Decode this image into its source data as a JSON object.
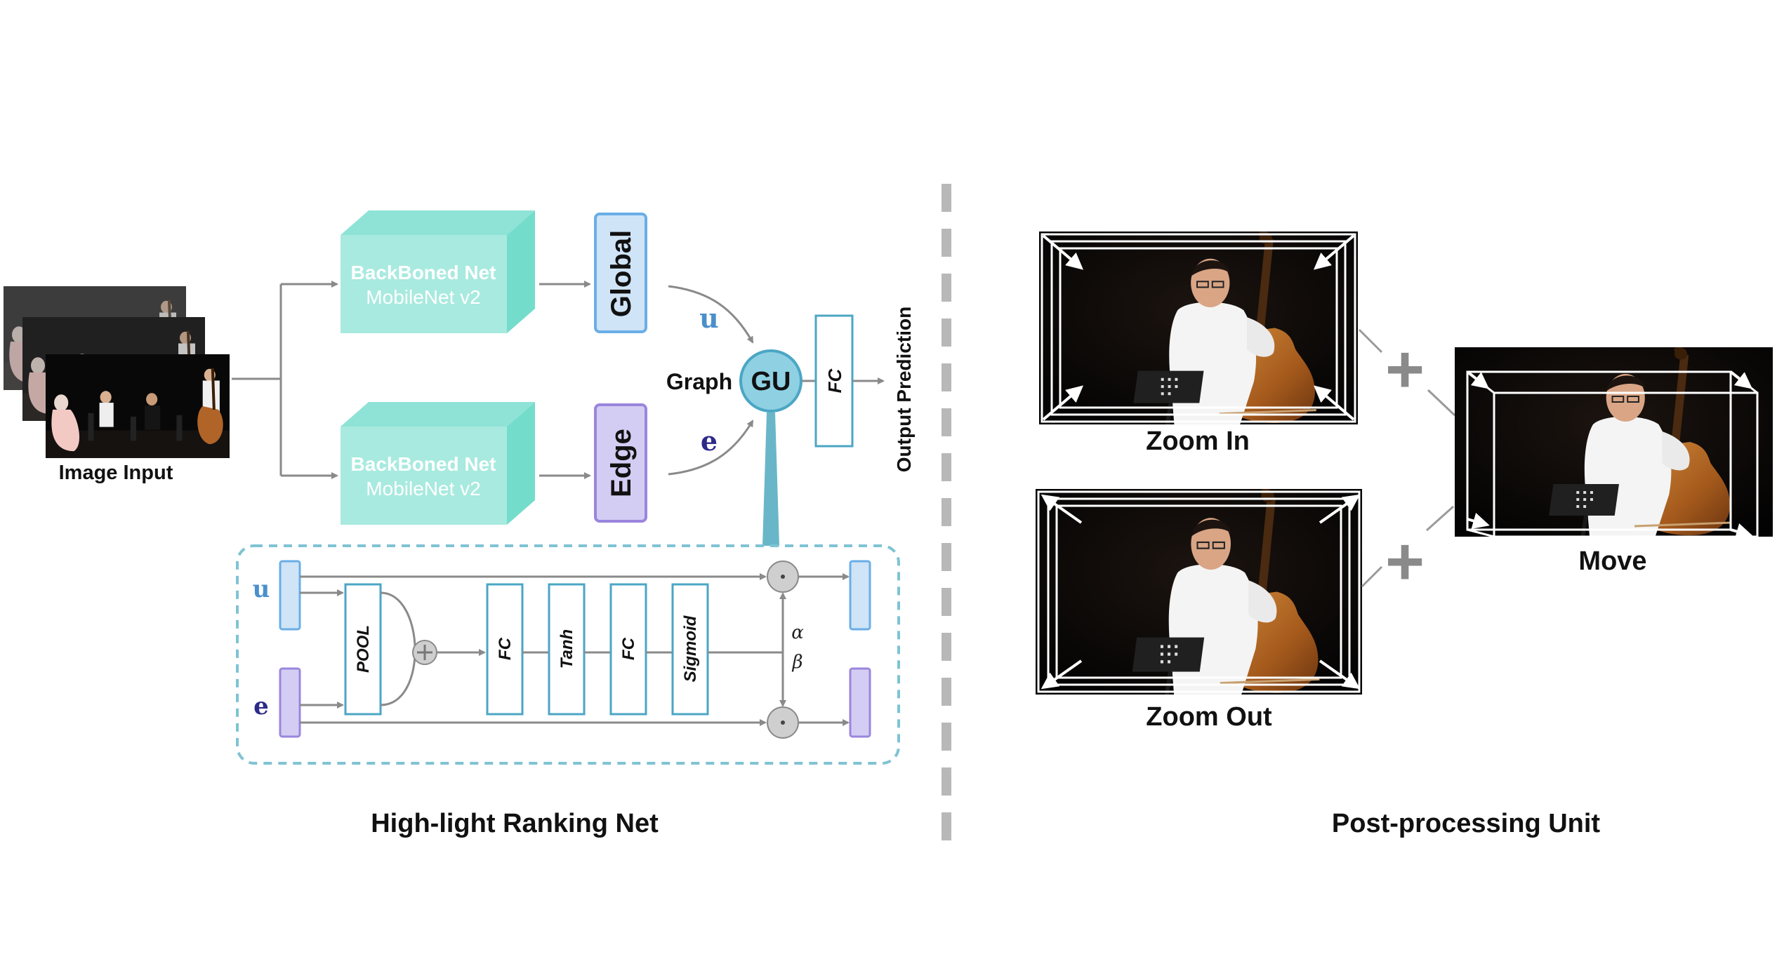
{
  "left_section": {
    "title": "High-light Ranking Net",
    "image_input_label": "Image Input",
    "backbone_top": {
      "line1": "BackBoned Net",
      "line2": "MobileNet v2"
    },
    "backbone_bottom": {
      "line1": "BackBoned Net",
      "line2": "MobileNet v2"
    },
    "global_label": "Global",
    "edge_label": "Edge",
    "u_label": "u",
    "e_label": "e",
    "graph_label": "Graph",
    "gu_label": "GU",
    "fc_label": "FC",
    "output_label": "Output Prediction",
    "detail": {
      "u_label": "u",
      "e_label": "e",
      "pool_label": "POOL",
      "fc1_label": "FC",
      "tanh_label": "Tanh",
      "fc2_label": "FC",
      "sigmoid_label": "Sigmoid",
      "alpha_label": "α",
      "beta_label": "β"
    }
  },
  "right_section": {
    "title": "Post-processing Unit",
    "zoom_in_label": "Zoom In",
    "zoom_out_label": "Zoom Out",
    "move_label": "Move",
    "plus_symbol": "+"
  },
  "colors": {
    "backbone_front": "#a8eadf",
    "backbone_top": "#8fe3d6",
    "backbone_side": "#74dccb",
    "global_fill": "#cfe4f7",
    "global_stroke": "#6aaee6",
    "edge_fill": "#d4cdf3",
    "edge_stroke": "#9a86dd",
    "gu_fill": "#8fd0e3",
    "gu_stroke": "#4ba6c4",
    "fc_stroke": "#4ba6c4",
    "u_color": "#4a8fcb",
    "e_color": "#2e2a8a",
    "arrow": "#8a8a8a",
    "dashed_box": "#7fc3d3",
    "divider": "#b8b8b8"
  }
}
